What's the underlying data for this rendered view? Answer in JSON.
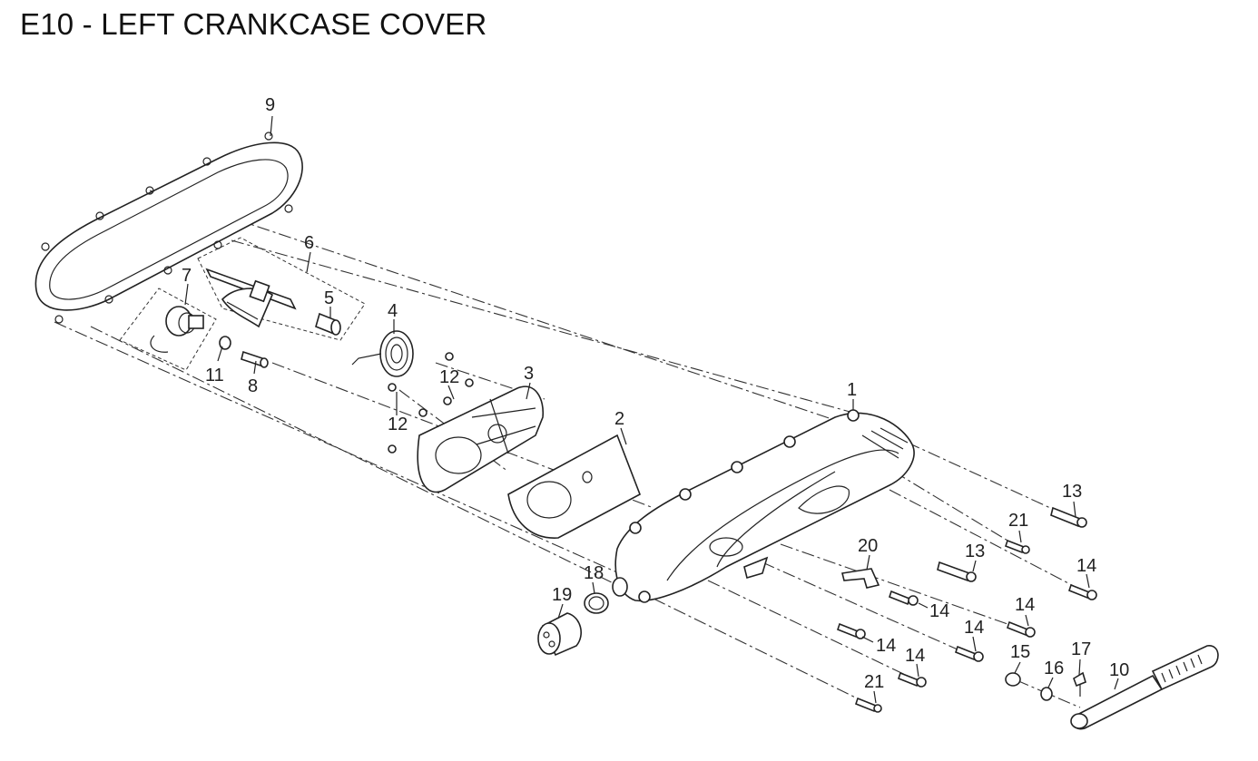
{
  "title": "E10 - LEFT CRANKCASE COVER",
  "callouts": [
    {
      "id": "c1",
      "text": "1"
    },
    {
      "id": "c2",
      "text": "2"
    },
    {
      "id": "c3",
      "text": "3"
    },
    {
      "id": "c4",
      "text": "4"
    },
    {
      "id": "c5",
      "text": "5"
    },
    {
      "id": "c6",
      "text": "6"
    },
    {
      "id": "c7",
      "text": "7"
    },
    {
      "id": "c8",
      "text": "8"
    },
    {
      "id": "c9",
      "text": "9"
    },
    {
      "id": "c10",
      "text": "10"
    },
    {
      "id": "c11",
      "text": "11"
    },
    {
      "id": "c12a",
      "text": "12"
    },
    {
      "id": "c12b",
      "text": "12"
    },
    {
      "id": "c13a",
      "text": "13"
    },
    {
      "id": "c13b",
      "text": "13"
    },
    {
      "id": "c14a",
      "text": "14"
    },
    {
      "id": "c14b",
      "text": "14"
    },
    {
      "id": "c14c",
      "text": "14"
    },
    {
      "id": "c14d",
      "text": "14"
    },
    {
      "id": "c14e",
      "text": "14"
    },
    {
      "id": "c14f",
      "text": "14"
    },
    {
      "id": "c15",
      "text": "15"
    },
    {
      "id": "c16",
      "text": "16"
    },
    {
      "id": "c17",
      "text": "17"
    },
    {
      "id": "c18",
      "text": "18"
    },
    {
      "id": "c19",
      "text": "19"
    },
    {
      "id": "c20",
      "text": "20"
    },
    {
      "id": "c21a",
      "text": "21"
    },
    {
      "id": "c21b",
      "text": "21"
    }
  ]
}
